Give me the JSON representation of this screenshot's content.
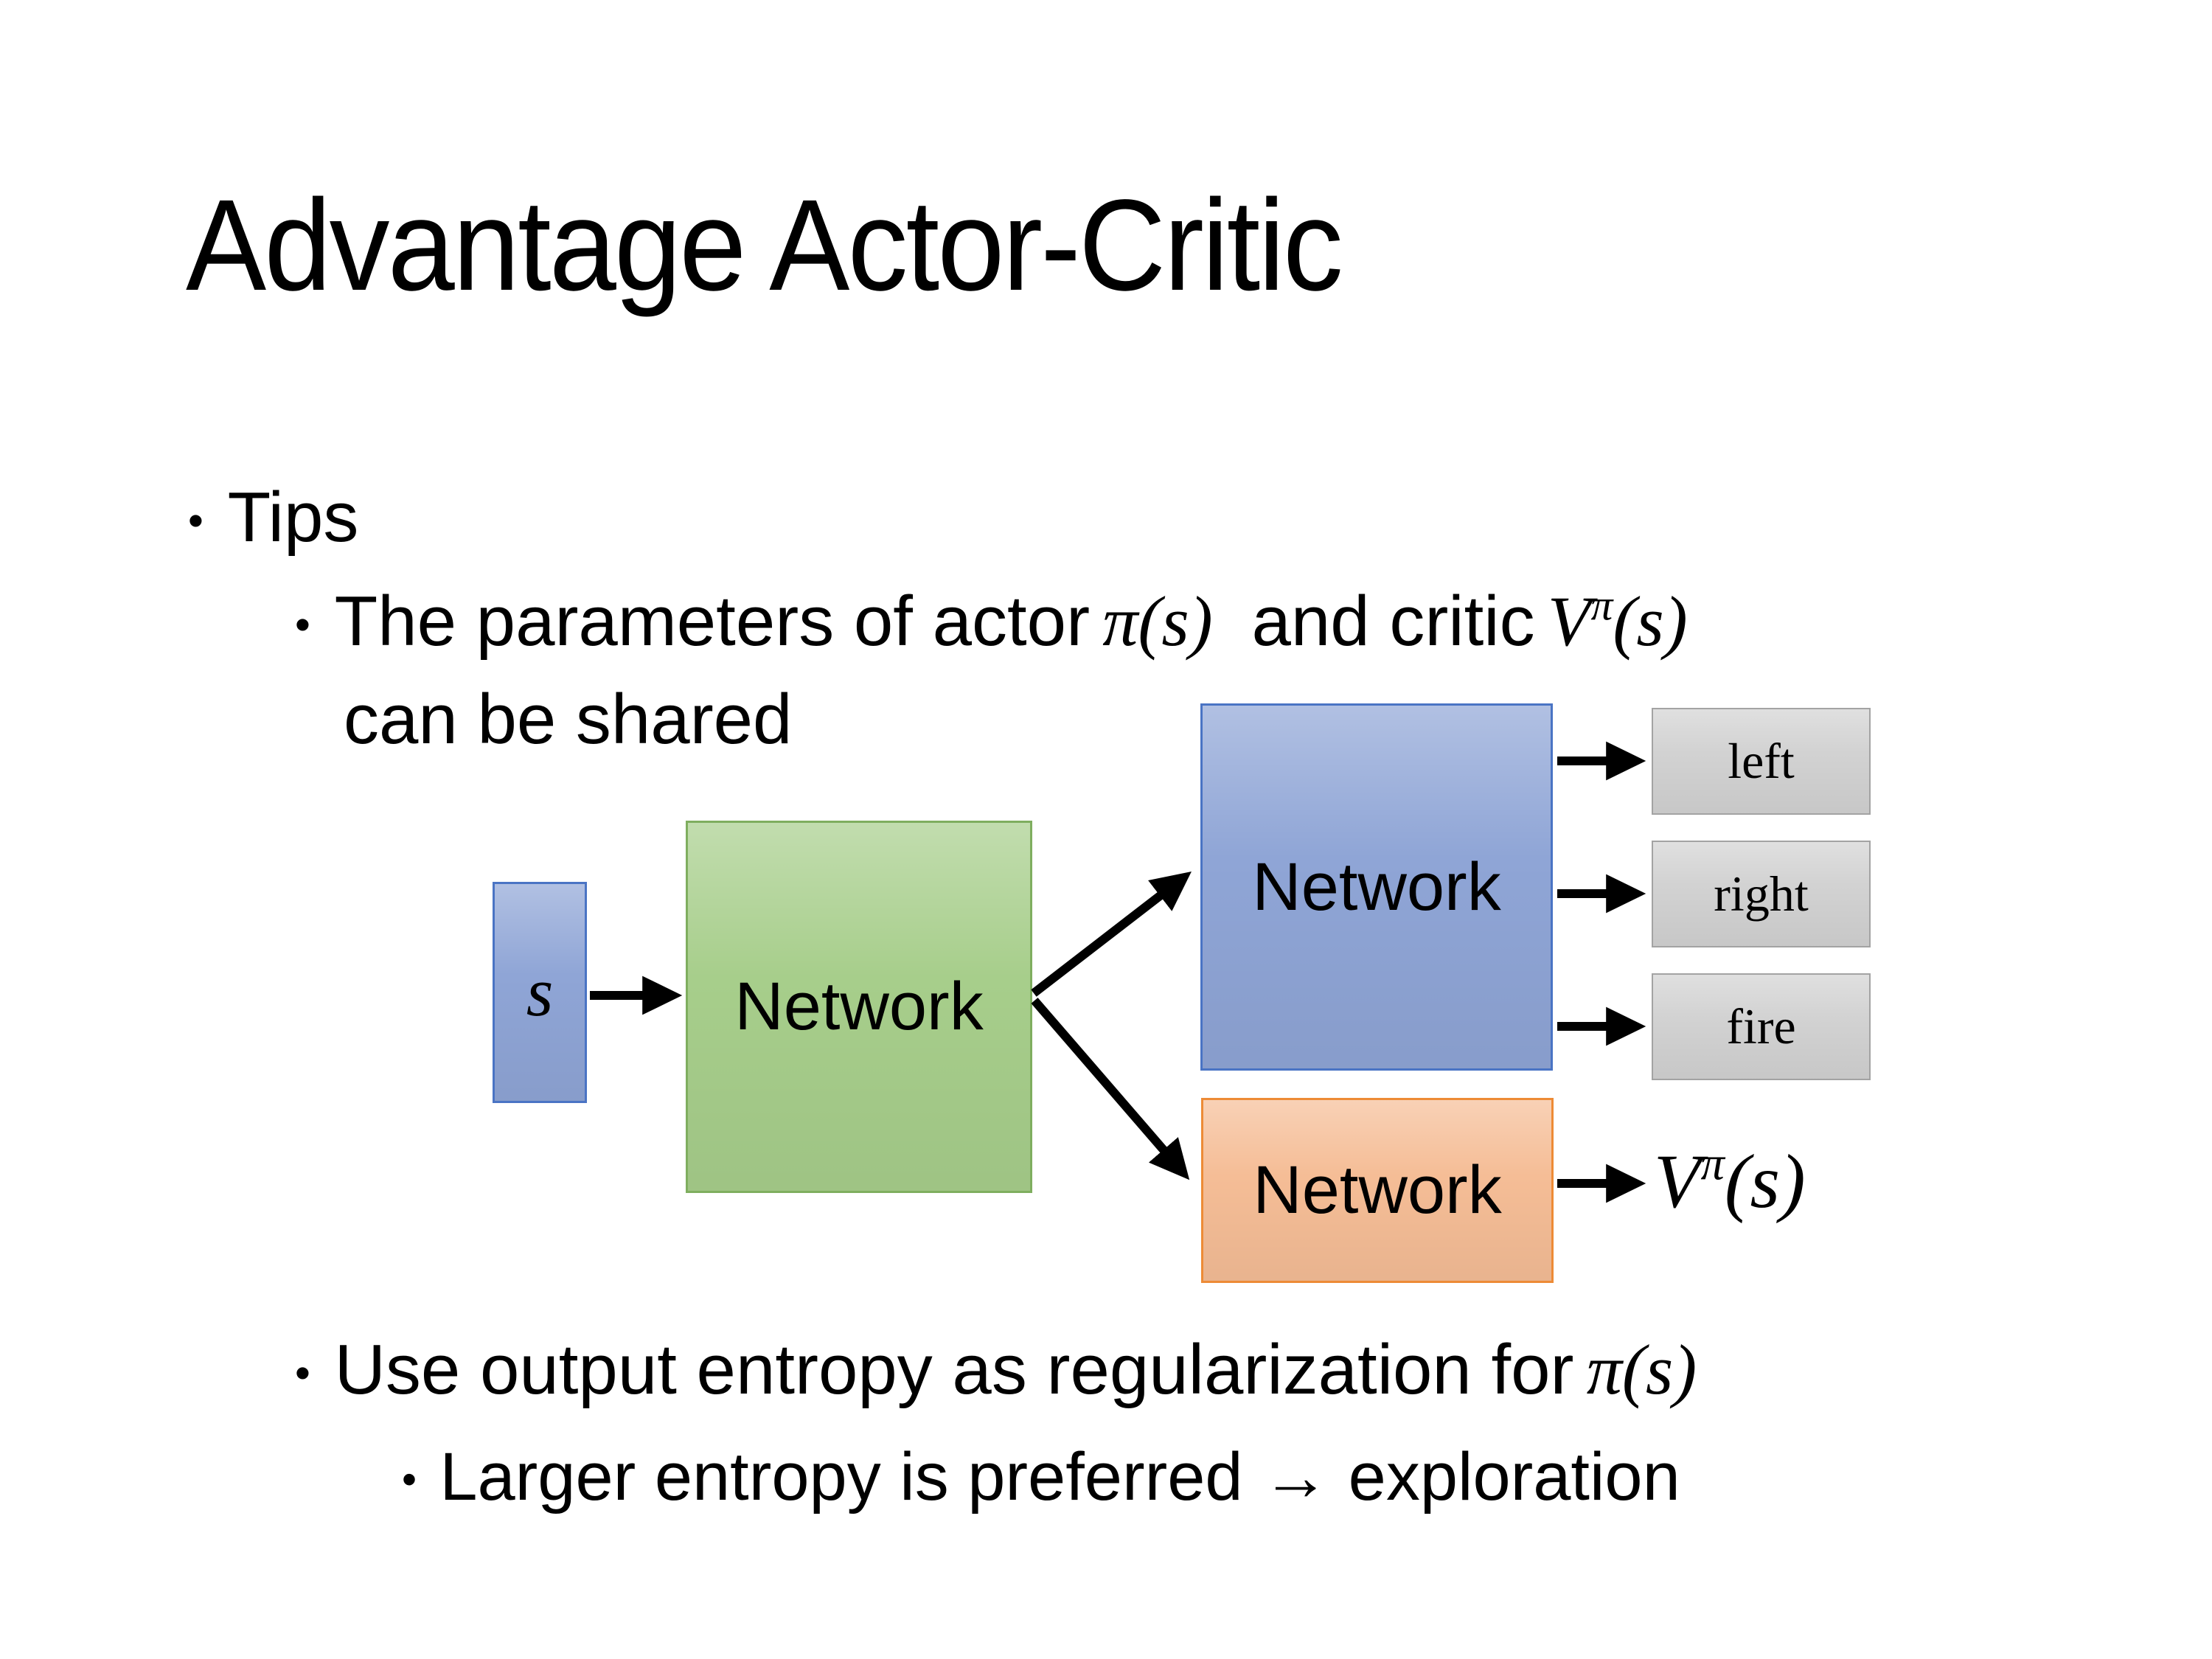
{
  "slide": {
    "title": "Advantage Actor-Critic",
    "bullet_char": "•",
    "bullets": {
      "tips": "Tips",
      "param_text": "The parameters of actor",
      "param_math_actor": "π(s)",
      "param_text2": "and critic",
      "critic_V": "V",
      "critic_sup": "π",
      "critic_args": "(s)",
      "param_wrap": "can be shared",
      "entropy_text": "Use output entropy as regularization for",
      "entropy_math": "π(s)",
      "larger_text": "Larger entropy is preferred → exploration"
    },
    "diagram": {
      "state_label": "s",
      "shared_network": "Network",
      "actor_network": "Network",
      "critic_network": "Network",
      "actions": [
        "left",
        "right",
        "fire"
      ],
      "value_V": "V",
      "value_sup": "π",
      "value_args": "(s)"
    },
    "colors": {
      "accent-blue-fill": "#8fa5d6",
      "accent-blue-border": "#4a74c4",
      "accent-green-fill": "#a7ce8b",
      "accent-green-border": "#7fae5f",
      "accent-orange-fill": "#f5bd96",
      "accent-orange-border": "#ed8b36",
      "action-gray-fill": "#d2d2d2",
      "action-gray-border": "#a3a3a3",
      "arrow-color": "#000000",
      "text-color": "#000000"
    }
  }
}
